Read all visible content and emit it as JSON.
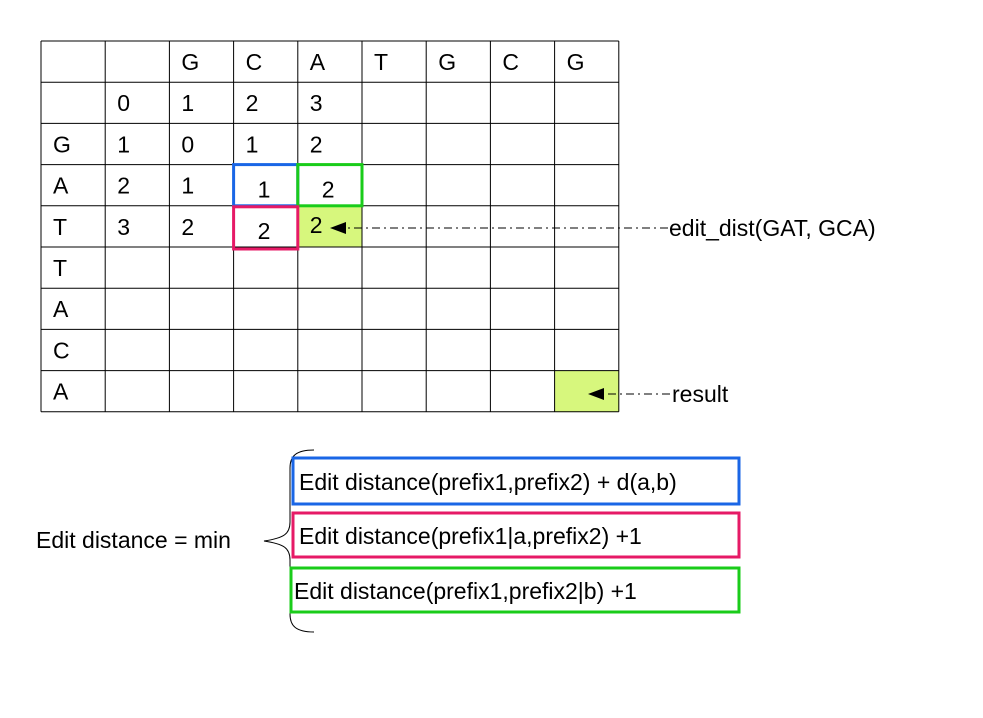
{
  "grid": {
    "col_headers": [
      "",
      "",
      "G",
      "C",
      "A",
      "T",
      "G",
      "C",
      "G"
    ],
    "rows": [
      [
        "",
        "0",
        "1",
        "2",
        "3",
        "",
        "",
        "",
        ""
      ],
      [
        "G",
        "1",
        "0",
        "1",
        "2",
        "",
        "",
        "",
        ""
      ],
      [
        "A",
        "2",
        "1",
        "1",
        "2",
        "",
        "",
        "",
        ""
      ],
      [
        "T",
        "3",
        "2",
        "2",
        "2",
        "",
        "",
        "",
        ""
      ],
      [
        "T",
        "",
        "",
        "",
        "",
        "",
        "",
        "",
        ""
      ],
      [
        "A",
        "",
        "",
        "",
        "",
        "",
        "",
        "",
        ""
      ],
      [
        "C",
        "",
        "",
        "",
        "",
        "",
        "",
        "",
        ""
      ],
      [
        "A",
        "",
        "",
        "",
        "",
        "",
        "",
        "",
        ""
      ]
    ]
  },
  "annotations": {
    "edit_dist_label": "edit_dist(GAT, GCA)",
    "result_label": "result"
  },
  "formula": {
    "lhs": "Edit distance = min",
    "options": [
      {
        "text": "Edit distance(prefix1,prefix2) + d(a,b)",
        "color": "#1a66e6"
      },
      {
        "text": "Edit distance(prefix1|a,prefix2) +1",
        "color": "#e61a66"
      },
      {
        "text": "Edit distance(prefix1,prefix2|b) +1",
        "color": "#1acc1a"
      }
    ]
  },
  "colors": {
    "highlight_fill": "#d7f77d",
    "diagonal_box": "#1a66e6",
    "vertical_box": "#e61a66",
    "horizontal_box": "#1acc1a"
  }
}
